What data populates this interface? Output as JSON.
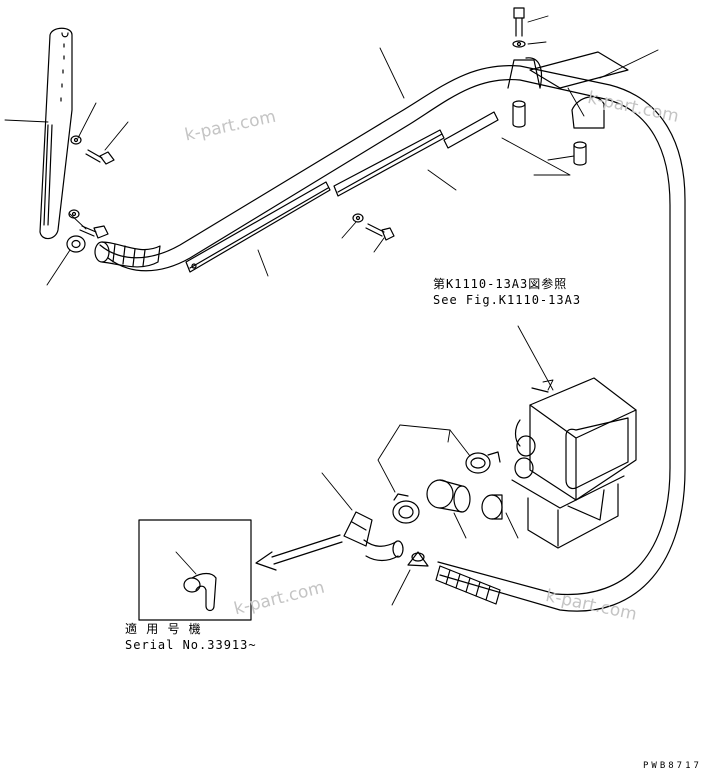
{
  "labels": {
    "ref_jp": "第K1110-13A3図参照",
    "ref_en": "See Fig.K1110-13A3",
    "serial_jp": "適 用 号 機",
    "serial_en": "Serial No.33913~"
  },
  "watermark": "k-part.com",
  "drawing_code": "PWB8717"
}
